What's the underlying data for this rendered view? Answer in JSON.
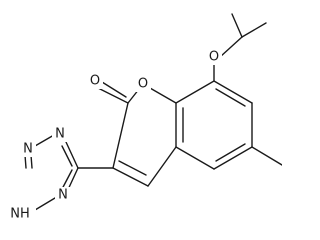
{
  "diagram": {
    "type": "chemical-structure",
    "atom_labels": {
      "ring_o": "O",
      "carbonyl_o": "O",
      "ether_o": "O",
      "tz_n1": "N",
      "tz_n2": "N",
      "tz_n3": "N",
      "tz_nh": "NH"
    },
    "line_color": "#1a1a1a",
    "background": "#ffffff"
  }
}
